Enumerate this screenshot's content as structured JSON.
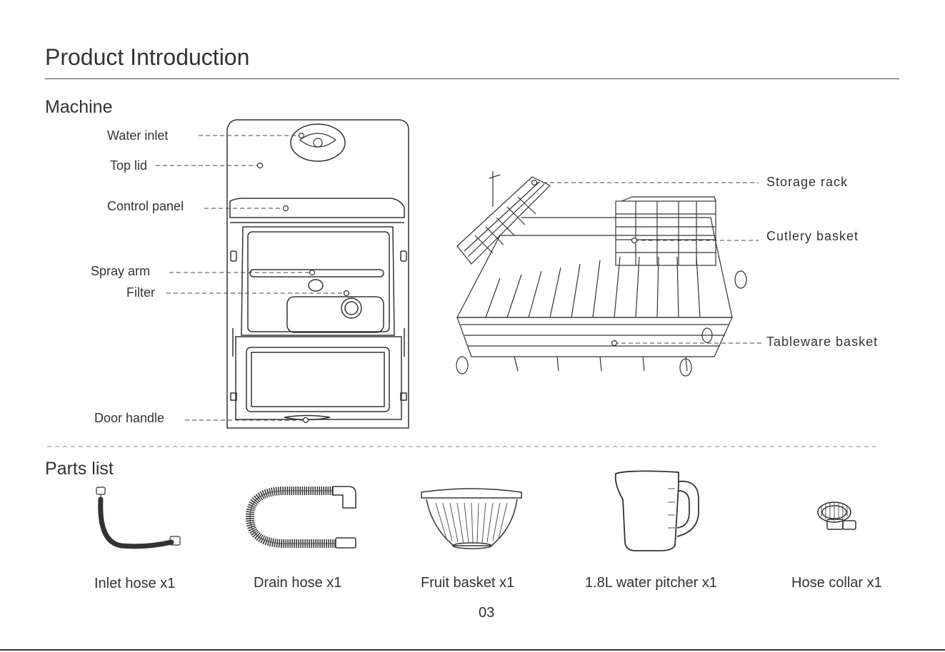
{
  "page": {
    "title": "Product Introduction",
    "page_number": "03"
  },
  "machine": {
    "section_title": "Machine",
    "callouts": {
      "water_inlet": "Water inlet",
      "top_lid": "Top lid",
      "control_panel": "Control panel",
      "spray_arm": "Spray arm",
      "filter": "Filter",
      "door_handle": "Door handle",
      "storage_rack": "Storage rack",
      "cutlery_basket": "Cutlery basket",
      "tableware_basket": "Tableware basket"
    }
  },
  "parts_list": {
    "section_title": "Parts list",
    "items": [
      {
        "label": "Inlet hose x1",
        "icon": "inlet-hose-icon"
      },
      {
        "label": "Drain hose x1",
        "icon": "drain-hose-icon"
      },
      {
        "label": "Fruit basket x1",
        "icon": "fruit-basket-icon"
      },
      {
        "label": "1.8L water pitcher x1",
        "icon": "water-pitcher-icon"
      },
      {
        "label": "Hose collar x1",
        "icon": "hose-collar-icon"
      }
    ]
  }
}
